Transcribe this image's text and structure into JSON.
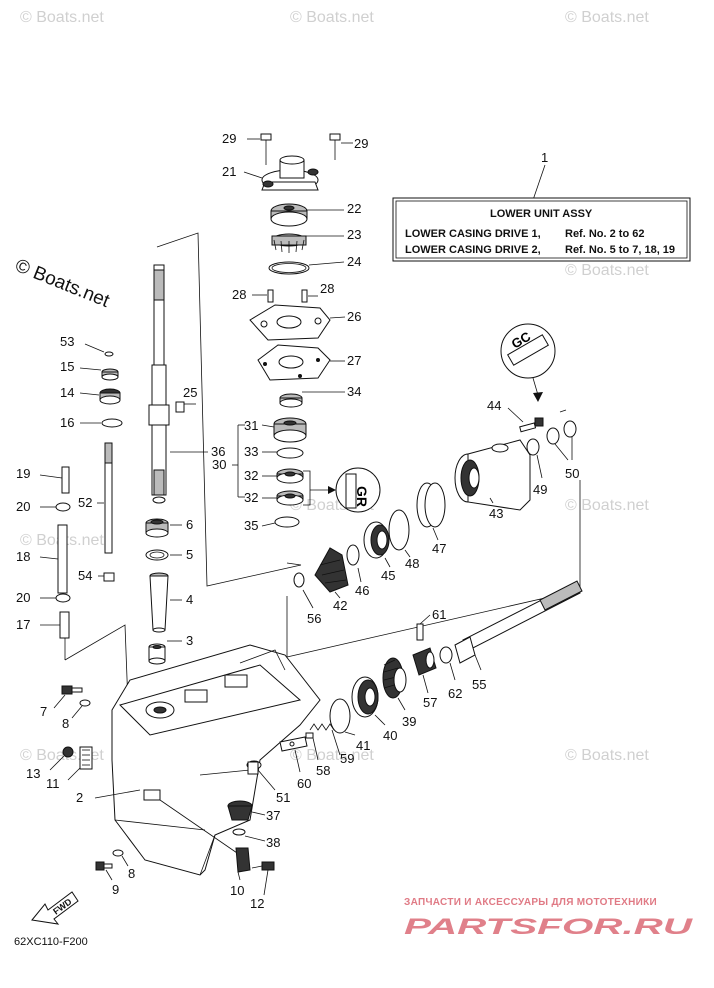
{
  "watermarks": {
    "boats_small": "© Boats.net",
    "boats_large": "© Boats.net"
  },
  "info_box": {
    "ref_number": "1",
    "title": "LOWER UNIT ASSY",
    "rows": [
      {
        "label": "LOWER CASING DRIVE 1,",
        "ref": "Ref. No. 2 to 62"
      },
      {
        "label": "LOWER CASING DRIVE 2,",
        "ref": "Ref. No. 5 to 7, 18, 19"
      }
    ]
  },
  "callouts": {
    "c2": "2",
    "c3": "3",
    "c4": "4",
    "c5": "5",
    "c6": "6",
    "c7": "7",
    "c8a": "8",
    "c8b": "8",
    "c9": "9",
    "c10": "10",
    "c11": "11",
    "c12": "12",
    "c13": "13",
    "c14": "14",
    "c15": "15",
    "c16": "16",
    "c17": "17",
    "c18": "18",
    "c19": "19",
    "c20a": "20",
    "c20b": "20",
    "c21": "21",
    "c22": "22",
    "c23": "23",
    "c24": "24",
    "c25": "25",
    "c26": "26",
    "c27": "27",
    "c28a": "28",
    "c28b": "28",
    "c29a": "29",
    "c29b": "29",
    "c30": "30",
    "c31": "31",
    "c32a": "32",
    "c32b": "32",
    "c33": "33",
    "c34": "34",
    "c35": "35",
    "c36": "36",
    "c37": "37",
    "c38": "38",
    "c39": "39",
    "c40": "40",
    "c41": "41",
    "c42": "42",
    "c43": "43",
    "c44": "44",
    "c45": "45",
    "c46": "46",
    "c47": "47",
    "c48": "48",
    "c49": "49",
    "c50": "50",
    "c51": "51",
    "c52": "52",
    "c53": "53",
    "c54": "54",
    "c55": "55",
    "c56": "56",
    "c57": "57",
    "c58": "58",
    "c59": "59",
    "c60": "60",
    "c61": "61",
    "c62": "62"
  },
  "fwd_label": "FWD",
  "diagram_code": "62XC110-F200",
  "footer_brand": {
    "tagline": "ЗАПЧАСТИ И АКСЕССУАРЫ ДЛЯ МОТОТЕХНИКИ",
    "site": "PARTSFOR.RU"
  }
}
